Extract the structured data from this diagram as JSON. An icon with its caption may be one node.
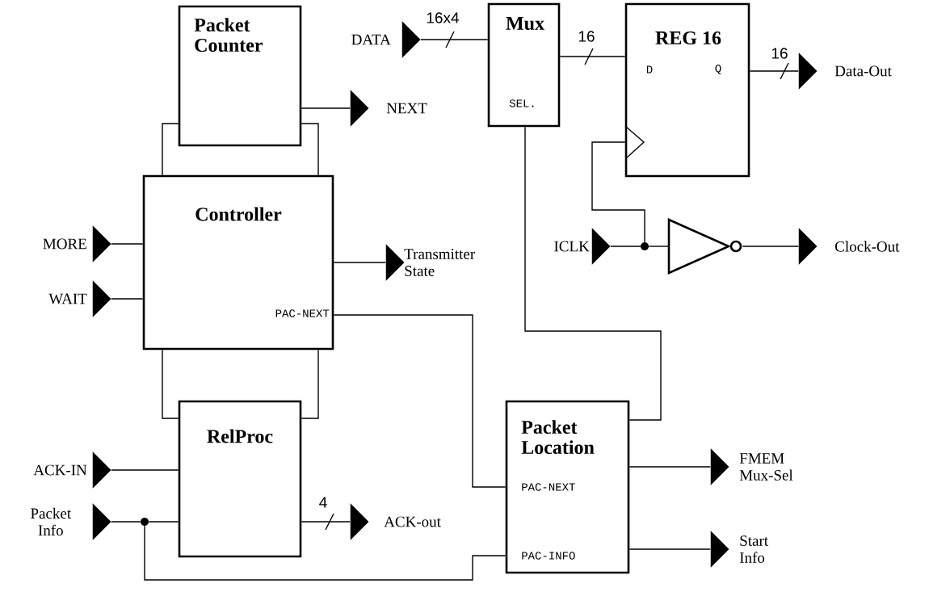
{
  "diagram": {
    "nodes": [
      {
        "text": [
          "Packet Counter"
        ]
      },
      {
        "text": [
          "Controller",
          "PAC-NEXT"
        ]
      },
      {
        "text": [
          "RelProc"
        ]
      },
      {
        "text": [
          "Mux",
          "SEL."
        ]
      },
      {
        "text": [
          "REG 16",
          "D",
          "Q"
        ]
      },
      {
        "text": [
          "Packet Location",
          "PAC-NEXT",
          "PAC-INFO"
        ]
      },
      {
        "text": [],
        "shape": "triangle"
      },
      {
        "text": [
          "DATA"
        ]
      },
      {
        "text": [
          "NEXT"
        ]
      },
      {
        "text": [
          "MORE"
        ]
      },
      {
        "text": [
          "WAIT"
        ]
      },
      {
        "text": [
          "Transmitter State"
        ]
      },
      {
        "text": [
          "ICLK"
        ]
      },
      {
        "text": [
          "Clock-Out"
        ]
      },
      {
        "text": [
          "Data-Out"
        ]
      },
      {
        "text": [
          "ACK-IN"
        ]
      },
      {
        "text": [
          "Packet Info"
        ]
      },
      {
        "text": [
          "ACK-out"
        ]
      },
      {
        "text": [
          "FMEM Mux-Sel"
        ]
      },
      {
        "text": [
          "Start Info"
        ]
      },
      {
        "text": [],
        "shape": "circle"
      },
      {
        "text": [],
        "shape": "circle"
      }
    ],
    "edges": [
      {
        "from": 7,
        "to": 3,
        "arrow": "none",
        "label": "16x4"
      },
      {
        "from": 3,
        "to": 4,
        "arrow": "none",
        "label": "16"
      },
      {
        "from": 4,
        "to": 14,
        "arrow": "none",
        "label": "16"
      },
      {
        "from": 0,
        "to": 8,
        "arrow": "none"
      },
      {
        "from": 0,
        "to": 1,
        "arrow": "none"
      },
      {
        "from": 0,
        "to": 1,
        "arrow": "none"
      },
      {
        "from": 9,
        "to": 1,
        "arrow": "none"
      },
      {
        "from": 10,
        "to": 1,
        "arrow": "none"
      },
      {
        "from": 1,
        "to": 11,
        "arrow": "none"
      },
      {
        "from": 1,
        "to": 5,
        "arrow": "none"
      },
      {
        "from": 1,
        "to": 2,
        "arrow": "none"
      },
      {
        "from": 1,
        "to": 2,
        "arrow": "none"
      },
      {
        "from": 3,
        "to": 5,
        "arrow": "none"
      },
      {
        "from": 12,
        "to": 20,
        "arrow": "none"
      },
      {
        "from": 20,
        "to": 6,
        "arrow": "none"
      },
      {
        "from": 20,
        "to": 4,
        "arrow": "none"
      },
      {
        "from": 6,
        "to": 13,
        "arrow": "none"
      },
      {
        "from": 15,
        "to": 2,
        "arrow": "none"
      },
      {
        "from": 16,
        "to": 21,
        "arrow": "none"
      },
      {
        "from": 21,
        "to": 2,
        "arrow": "none"
      },
      {
        "from": 21,
        "to": 5,
        "arrow": "none"
      },
      {
        "from": 2,
        "to": 17,
        "arrow": "none",
        "label": "4"
      },
      {
        "from": 5,
        "to": 18,
        "arrow": "none"
      },
      {
        "from": 5,
        "to": 19,
        "arrow": "none"
      }
    ]
  }
}
